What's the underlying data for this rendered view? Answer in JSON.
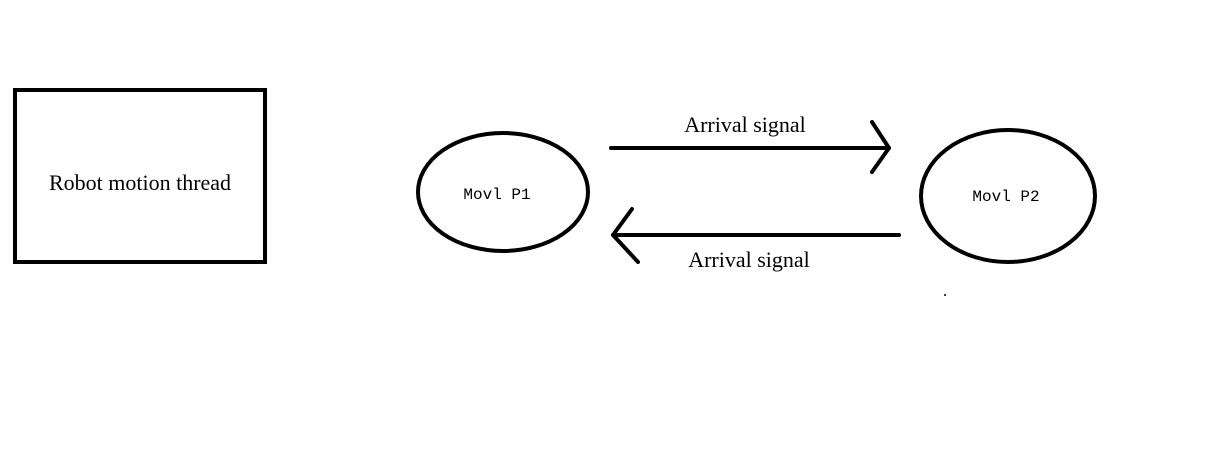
{
  "diagram": {
    "box": {
      "label": "Robot motion thread"
    },
    "nodes": [
      {
        "id": "p1",
        "label": "Movl P1"
      },
      {
        "id": "p2",
        "label": "Movl P2"
      }
    ],
    "edges": [
      {
        "from": "p1",
        "to": "p2",
        "label": "Arrival signal"
      },
      {
        "from": "p2",
        "to": "p1",
        "label": "Arrival signal"
      }
    ],
    "colors": {
      "stroke": "#000000",
      "background": "#ffffff"
    }
  }
}
